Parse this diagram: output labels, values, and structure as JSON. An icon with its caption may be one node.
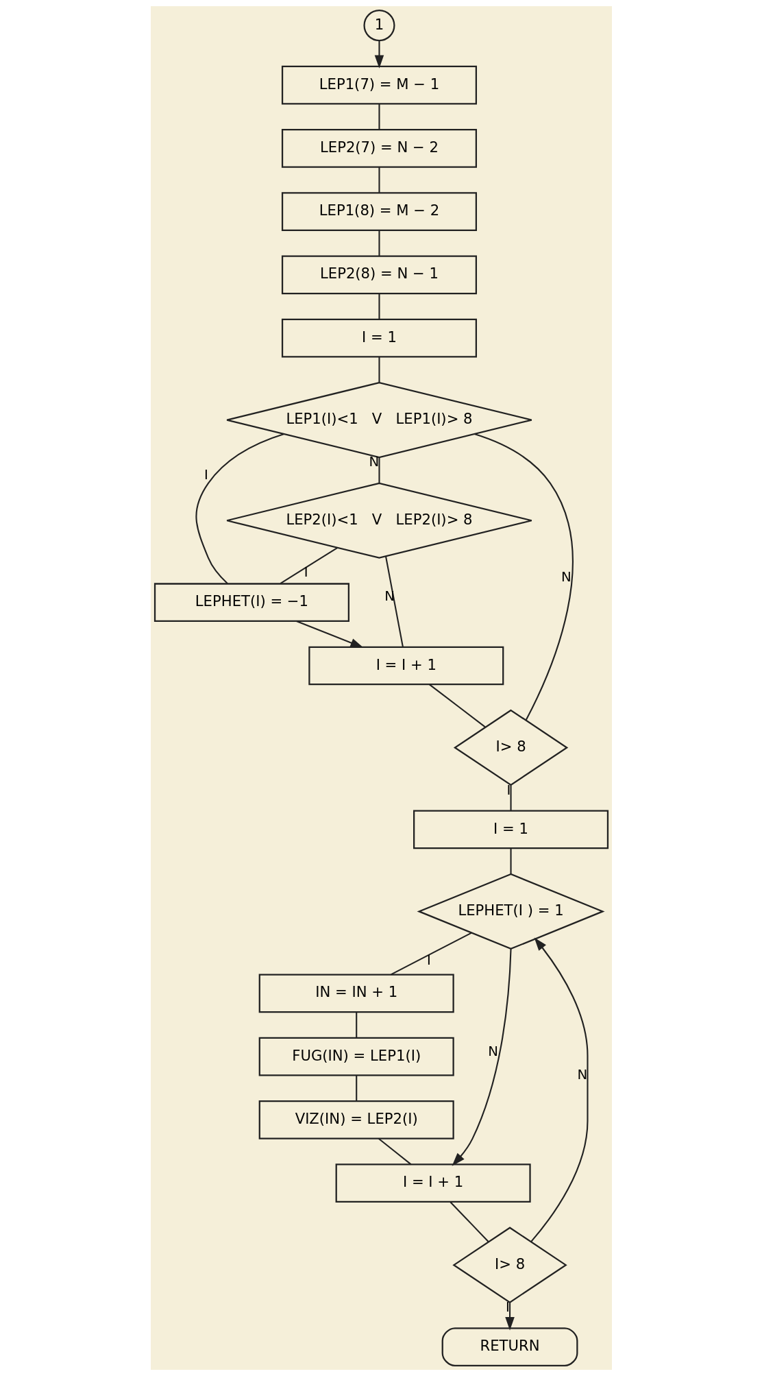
{
  "diagram": {
    "nodes": [
      {
        "text": [
          "1"
        ]
      },
      {
        "text": [
          "LEP1(7) = M − 1"
        ]
      },
      {
        "text": [
          "LEP2(7) = N − 2"
        ]
      },
      {
        "text": [
          "LEP1(8) = M − 2"
        ]
      },
      {
        "text": [
          "LEP2(8) = N − 1"
        ]
      },
      {
        "text": [
          "I = 1"
        ]
      },
      {
        "text": [
          "LEP1(I)<1   V   LEP1(I)> 8"
        ]
      },
      {
        "text": [
          "LEPHET(I) = −1"
        ]
      },
      {
        "text": [
          "LEP2(I)<1   V   LEP2(I)> 8"
        ]
      },
      {
        "text": [
          "I = I + 1"
        ]
      },
      {
        "text": [
          "I> 8"
        ]
      },
      {
        "text": [
          "I = 1"
        ]
      },
      {
        "text": [
          "LEPHET(I ) = 1"
        ]
      },
      {
        "text": [
          "IN = IN + 1"
        ]
      },
      {
        "text": [
          "FUG(IN) = LEP1(I)"
        ]
      },
      {
        "text": [
          "VIZ(IN) = LEP2(I)"
        ]
      },
      {
        "text": [
          "I = I + 1"
        ]
      },
      {
        "text": [
          "I> 8"
        ]
      },
      {
        "text": [
          "RETURN"
        ]
      }
    ],
    "edges": [
      {
        "from": 0,
        "to": 1,
        "arrow": "to"
      },
      {
        "from": 1,
        "to": 2,
        "arrow": "none"
      },
      {
        "from": 2,
        "to": 3,
        "arrow": "none"
      },
      {
        "from": 3,
        "to": 4,
        "arrow": "none"
      },
      {
        "from": 4,
        "to": 5,
        "arrow": "none"
      },
      {
        "from": 5,
        "to": 6,
        "arrow": "none"
      },
      {
        "from": 6,
        "to": 8,
        "label": "N",
        "arrow": "none"
      },
      {
        "from": 6,
        "to": 7,
        "label": "I",
        "arrow": "none"
      },
      {
        "from": 8,
        "to": 7,
        "label": "I",
        "arrow": "none"
      },
      {
        "from": 7,
        "to": 9,
        "arrow": "to"
      },
      {
        "from": 8,
        "to": 9,
        "label": "N",
        "arrow": "none"
      },
      {
        "from": 9,
        "to": 10,
        "arrow": "none"
      },
      {
        "from": 10,
        "to": 6,
        "label": "N",
        "arrow": "none"
      },
      {
        "from": 10,
        "to": 11,
        "label": "I",
        "arrow": "none"
      },
      {
        "from": 11,
        "to": 12,
        "arrow": "none"
      },
      {
        "from": 12,
        "to": 13,
        "label": "I",
        "arrow": "none"
      },
      {
        "from": 12,
        "to": 16,
        "label": "N",
        "arrow": "to"
      },
      {
        "from": 13,
        "to": 14,
        "arrow": "none"
      },
      {
        "from": 14,
        "to": 15,
        "arrow": "none"
      },
      {
        "from": 15,
        "to": 16,
        "arrow": "none"
      },
      {
        "from": 16,
        "to": 17,
        "arrow": "none"
      },
      {
        "from": 17,
        "to": 12,
        "label": "N",
        "arrow": "to"
      },
      {
        "from": 17,
        "to": 18,
        "label": "I",
        "arrow": "to"
      }
    ]
  }
}
